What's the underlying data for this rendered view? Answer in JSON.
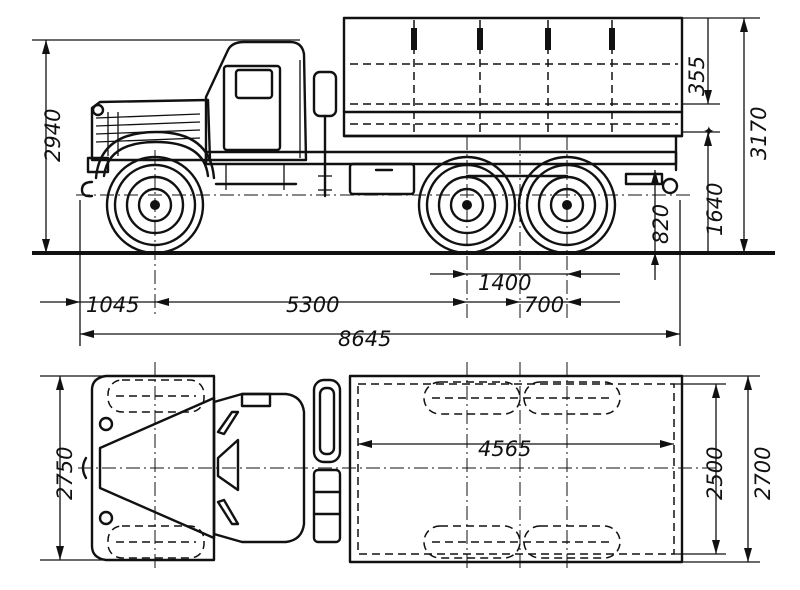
{
  "drawing": {
    "ink_color": "#111111",
    "paper_color": "#ffffff"
  },
  "side_view": {
    "dimensions": {
      "height_cab": "2940",
      "height_total": "3170",
      "tarp_height": "355",
      "platform_height": "1640",
      "frame_height": "820",
      "bogie_base": "1400",
      "front_overhang": "1045",
      "wheelbase": "5300",
      "rear_half_bogie": "700",
      "overall_length": "8645"
    }
  },
  "top_view": {
    "dimensions": {
      "overall_width": "2750",
      "body_length": "4565",
      "body_inner_width": "2500",
      "body_outer_width": "2700"
    }
  }
}
